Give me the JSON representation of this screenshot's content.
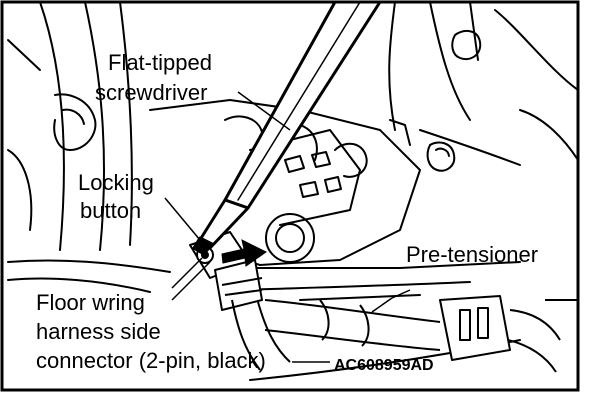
{
  "labels": {
    "screwdriver_line1": "Flat-tipped",
    "screwdriver_line2": "screwdriver",
    "locking_line1": "Locking",
    "locking_line2": "button",
    "pretensioner": "Pre-tensioner",
    "connector_line1": "Floor wring",
    "connector_line2": "harness side",
    "connector_line3": "connector (2-pin, black)"
  },
  "figure_code": "AC608959AD",
  "colors": {
    "ink": "#000000",
    "paper": "#ffffff"
  }
}
